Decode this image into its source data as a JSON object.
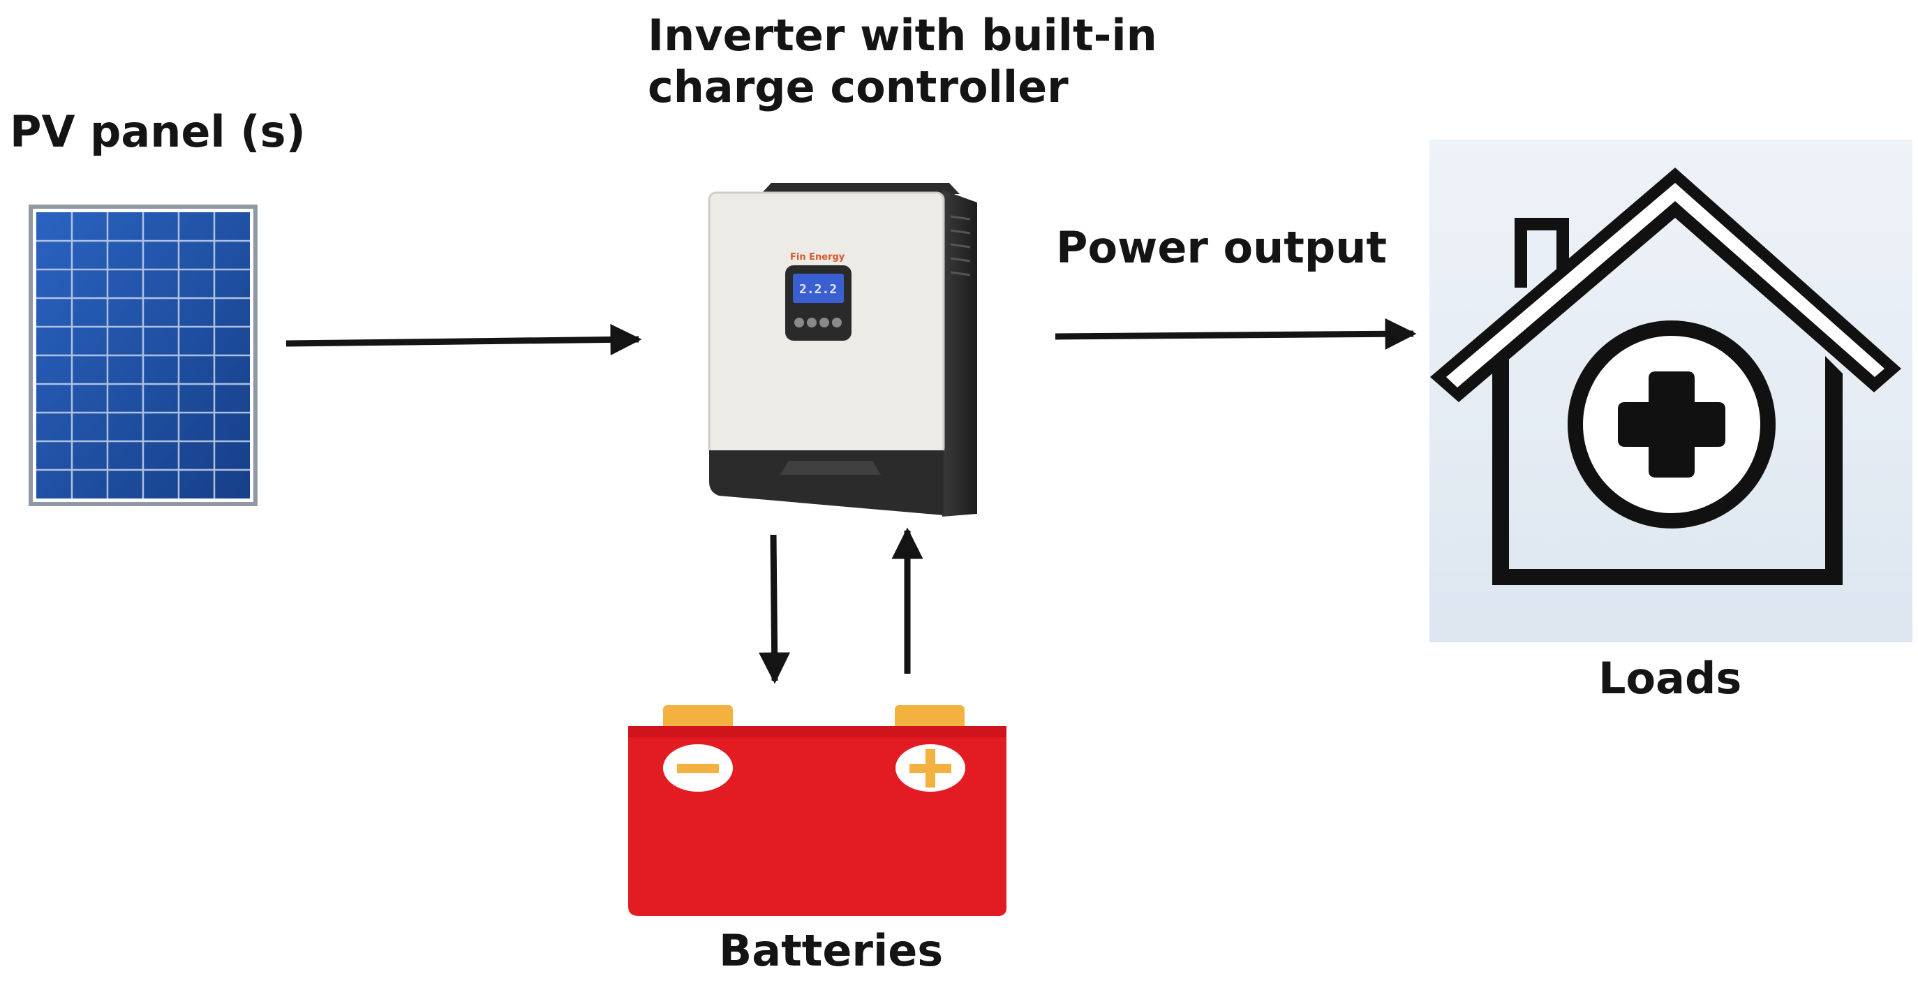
{
  "labels": {
    "pv_panel": "PV panel (s)",
    "inverter_line1": "Inverter with built-in",
    "inverter_line2": "charge controller",
    "power_output": "Power output",
    "loads": "Loads",
    "batteries": "Batteries"
  },
  "inverter_brand": "Fin Energy",
  "lcd_readout": "2.2.2",
  "colors": {
    "pv_cell": "#1f4fa0",
    "pv_grid": "#c7d3ea",
    "pv_frame": "#9aa3ad",
    "inverter_body": "#ecebe6",
    "inverter_dark": "#2a2a2a",
    "lcd": "#3a5fd0",
    "brand": "#d9582b",
    "battery_body": "#e31b23",
    "battery_terminal": "#f3b240",
    "house_bg": "#e7eef6",
    "arrow": "#141414"
  },
  "icons": {
    "solar_panel": "solar-panel-icon",
    "inverter": "inverter-icon",
    "battery": "battery-icon",
    "house": "house-medical-icon"
  }
}
